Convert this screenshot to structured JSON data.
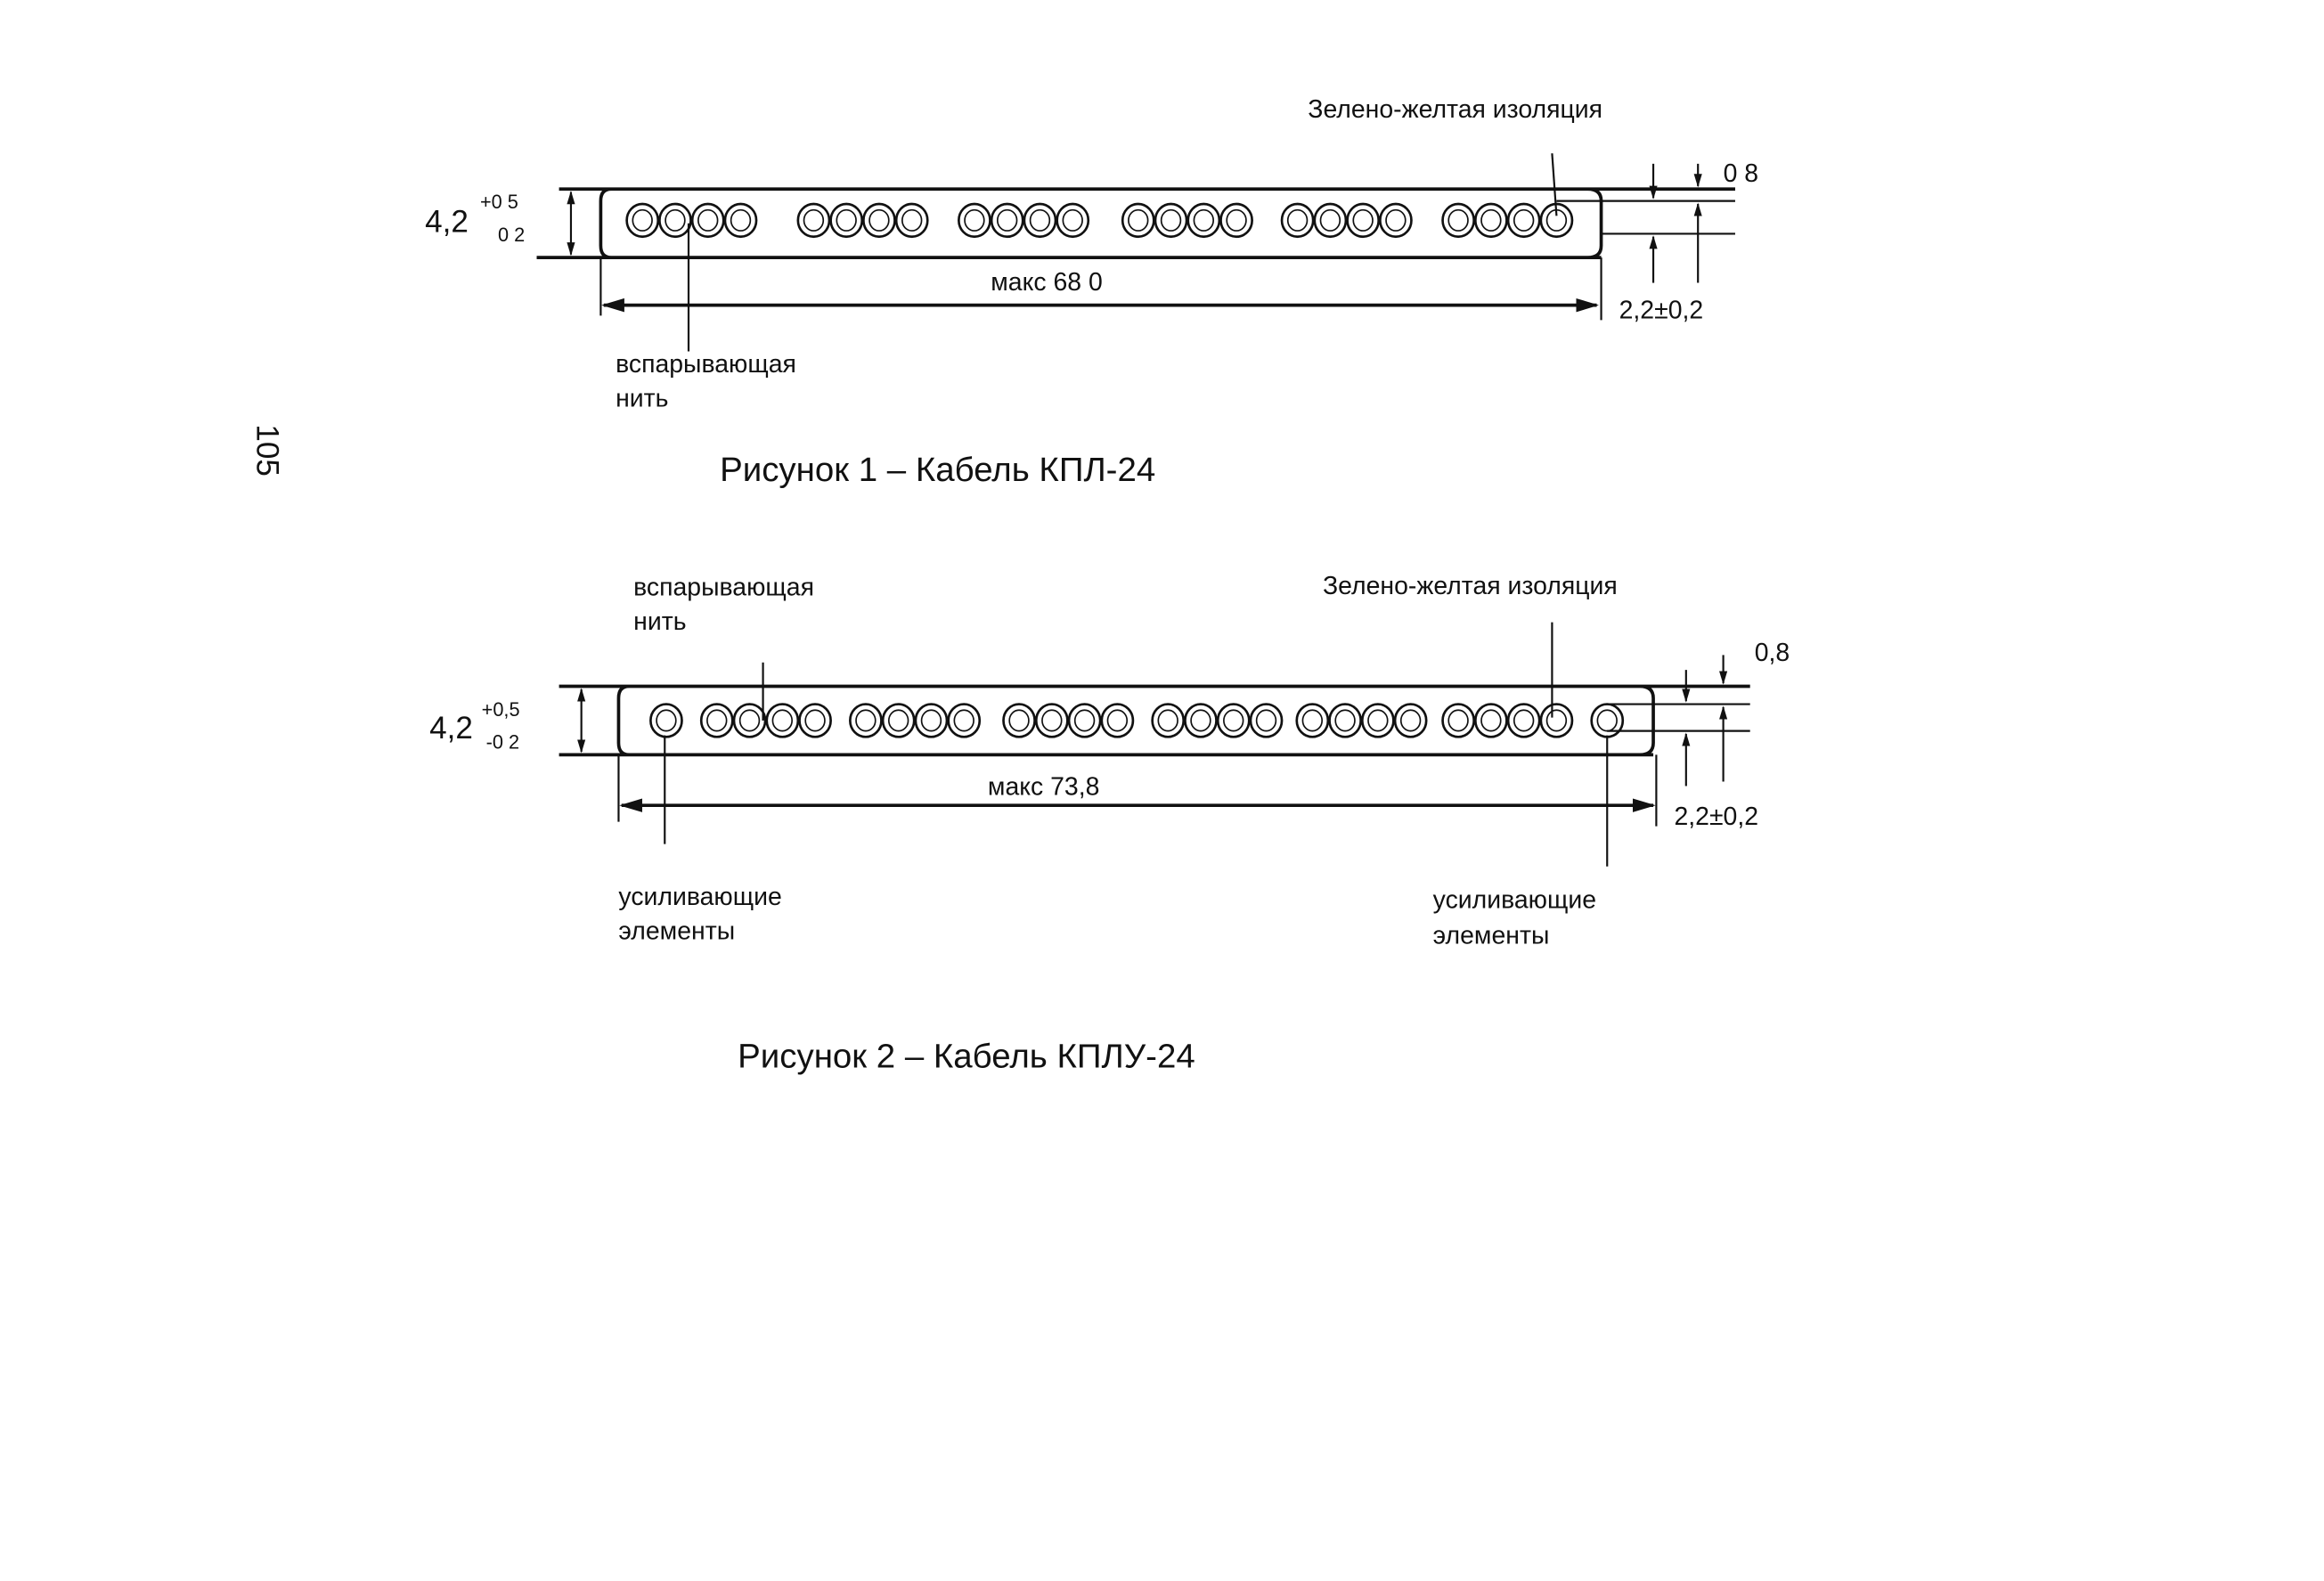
{
  "page_number": "105",
  "figure1": {
    "caption": "Рисунок 1 – Кабель КПЛ-24",
    "label_green_yellow": "Зелено-желтая изоляция",
    "label_rip_cord_1": "вспарывающая",
    "label_rip_cord_2": "нить",
    "height_main": "4,2",
    "height_tol_plus": "+0 5",
    "height_tol_minus": "0 2",
    "width_label": "макс 68 0",
    "pitch_label": "2,2±0,2",
    "insulation_label": "0 8",
    "wire_groups": 6,
    "wires_per_group": 4
  },
  "figure2": {
    "caption": "Рисунок 2 – Кабель КПЛУ-24",
    "label_green_yellow": "Зелено-желтая изоляция",
    "label_rip_cord_1": "вспарывающая",
    "label_rip_cord_2": "нить",
    "label_reinforce_left_1": "усиливающие",
    "label_reinforce_left_2": "элементы",
    "label_reinforce_right_1": "усиливающие",
    "label_reinforce_right_2": "элементы",
    "height_main": "4,2",
    "height_tol_plus": "+0,5",
    "height_tol_minus": "-0 2",
    "width_label": "макс 73,8",
    "pitch_label": "2,2±0,2",
    "insulation_label": "0,8",
    "wire_groups": 6,
    "wires_per_group": 4
  }
}
